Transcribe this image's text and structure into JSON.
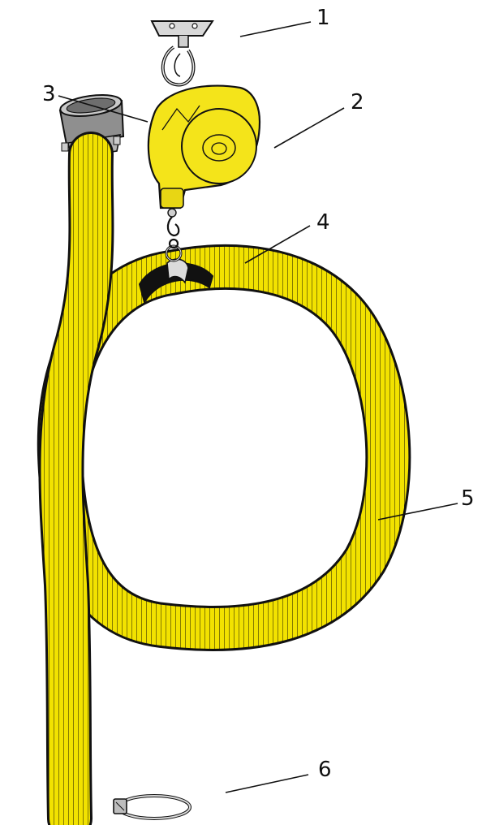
{
  "callouts": [
    {
      "id": "1",
      "label": "1"
    },
    {
      "id": "2",
      "label": "2"
    },
    {
      "id": "3",
      "label": "3"
    },
    {
      "id": "4",
      "label": "4"
    },
    {
      "id": "5",
      "label": "5"
    },
    {
      "id": "6",
      "label": "6"
    }
  ],
  "colors": {
    "hose_yellow": "#f2e200",
    "hose_outline": "#111111",
    "metal_grey": "#9a9a9a",
    "reel_yellow": "#f4e41a",
    "saddle_black": "#111111"
  },
  "parts": [
    "mounting-bracket-with-snap-hook",
    "hose-reel-housing",
    "hose-end-adapter",
    "hose-saddle-clamp",
    "flexible-exhaust-hose",
    "hose-clamp"
  ]
}
